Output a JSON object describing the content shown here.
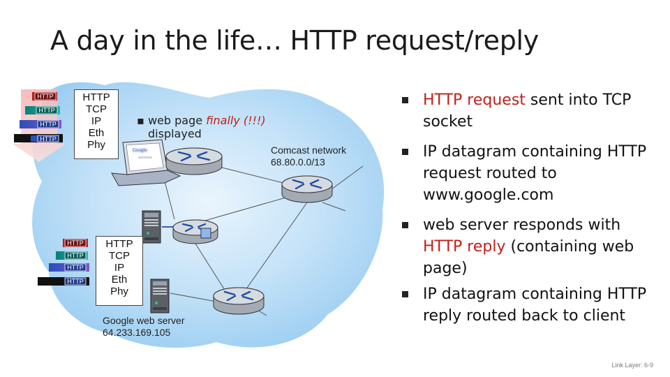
{
  "title": "A day in the life… HTTP request/reply",
  "client_stack": [
    "HTTP",
    "TCP",
    "IP",
    "Eth",
    "Phy"
  ],
  "server_stack": [
    "HTTP",
    "TCP",
    "IP",
    "Eth",
    "Phy"
  ],
  "packet_label": "HTTP",
  "note": {
    "prefix": "web page ",
    "emphasis": "finally (!!!)",
    "suffix": "displayed"
  },
  "browser_logo": "Google",
  "comcast": {
    "name": "Comcast network",
    "subnet": "68.80.0.0/13"
  },
  "google_server": {
    "name": "Google web server",
    "ip": "64.233.169.105"
  },
  "bullets": [
    {
      "red": "HTTP request",
      "rest": " sent into TCP socket"
    },
    {
      "plain": "IP datagram containing HTTP request routed to www.google.com"
    },
    {
      "before": "web server responds with ",
      "red": "HTTP reply",
      "after": " (containing web page)"
    },
    {
      "plain": "IP datagram containing HTTP reply routed back to client"
    }
  ],
  "footer": "Link Layer: 6-9",
  "colors": {
    "cloud": "#9ccef2",
    "accent": "#c0201b",
    "link": "#555555"
  }
}
